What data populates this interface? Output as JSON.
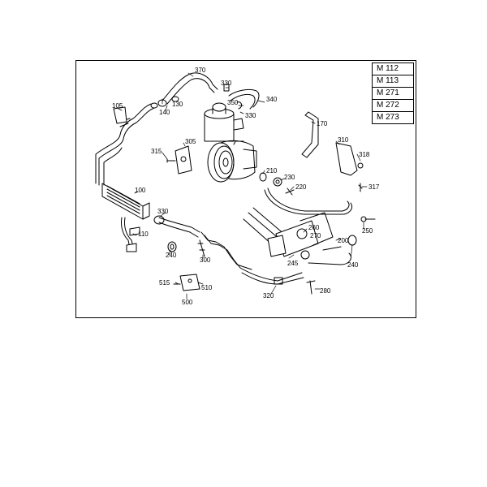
{
  "models": [
    "M 112",
    "M 113",
    "M 271",
    "M 272",
    "M 273"
  ],
  "parts": [
    {
      "id": "370",
      "label": "370"
    },
    {
      "id": "330a",
      "label": "330"
    },
    {
      "id": "130",
      "label": "130"
    },
    {
      "id": "340",
      "label": "340"
    },
    {
      "id": "105",
      "label": "105"
    },
    {
      "id": "140",
      "label": "140"
    },
    {
      "id": "350",
      "label": "350"
    },
    {
      "id": "330b",
      "label": "330"
    },
    {
      "id": "170",
      "label": "170"
    },
    {
      "id": "305",
      "label": "305"
    },
    {
      "id": "310",
      "label": "310"
    },
    {
      "id": "315",
      "label": "315"
    },
    {
      "id": "318",
      "label": "318"
    },
    {
      "id": "210",
      "label": "210"
    },
    {
      "id": "230",
      "label": "230"
    },
    {
      "id": "317",
      "label": "317"
    },
    {
      "id": "100",
      "label": "100"
    },
    {
      "id": "220",
      "label": "220"
    },
    {
      "id": "330c",
      "label": "330"
    },
    {
      "id": "260",
      "label": "260"
    },
    {
      "id": "250",
      "label": "250"
    },
    {
      "id": "270",
      "label": "270"
    },
    {
      "id": "110",
      "label": "110"
    },
    {
      "id": "200",
      "label": "200"
    },
    {
      "id": "240a",
      "label": "240"
    },
    {
      "id": "300",
      "label": "300"
    },
    {
      "id": "245",
      "label": "245"
    },
    {
      "id": "240b",
      "label": "240"
    },
    {
      "id": "515",
      "label": "515"
    },
    {
      "id": "510",
      "label": "510"
    },
    {
      "id": "280",
      "label": "280"
    },
    {
      "id": "500",
      "label": "500"
    },
    {
      "id": "320",
      "label": "320"
    }
  ]
}
